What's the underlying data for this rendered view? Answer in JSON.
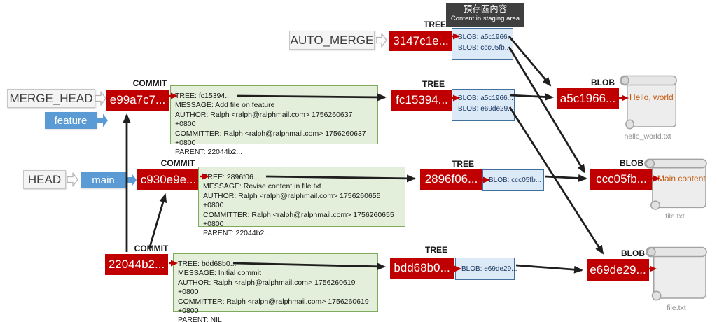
{
  "staging_note": {
    "zh": "預存區內容",
    "en": "Content in staging area"
  },
  "type_labels": {
    "commit": "COMMIT",
    "tree": "TREE",
    "blob": "BLOB"
  },
  "refs": {
    "auto_merge": "AUTO_MERGE",
    "merge_head": "MERGE_HEAD",
    "head": "HEAD",
    "feature": "feature",
    "main": "main"
  },
  "trees": {
    "staged": {
      "hash": "3147c1e...",
      "entries": [
        "BLOB: a5c1966...",
        "BLOB: ccc05fb..."
      ]
    },
    "feature": {
      "hash": "fc15394...",
      "entries": [
        "BLOB: a5c1966...",
        "BLOB: e69de29..."
      ]
    },
    "main": {
      "hash": "2896f06...",
      "entries": [
        "BLOB: ccc05fb..."
      ]
    },
    "initial": {
      "hash": "bdd68b0...",
      "entries": [
        "BLOB: e69de29..."
      ]
    }
  },
  "commits": {
    "feature": {
      "hash": "e99a7c7...",
      "lines": [
        "TREE: fc15394...",
        "MESSAGE: Add file on feature",
        "AUTHOR: Ralph <ralph@ralphmail.com> 1756260637 +0800",
        "COMMITTER: Ralph <ralph@ralphmail.com> 1756260637 +0800",
        "PARENT: 22044b2..."
      ]
    },
    "main": {
      "hash": "c930e9e...",
      "lines": [
        "TREE: 2896f06...",
        "MESSAGE: Revise content in file.txt",
        "AUTHOR: Ralph <ralph@ralphmail.com> 1756260655 +0800",
        "COMMITTER: Ralph <ralph@ralphmail.com> 1756260655 +0800",
        "PARENT: 22044b2..."
      ]
    },
    "initial": {
      "hash": "22044b2...",
      "lines": [
        "TREE: bdd68b0...",
        "MESSAGE: Initial commit",
        "AUTHOR: Ralph <ralph@ralphmail.com> 1756260619 +0800",
        "COMMITTER: Ralph <ralph@ralphmail.com> 1756260619 +0800",
        "PARENT: NIL"
      ]
    }
  },
  "blobs": {
    "hello": {
      "hash": "a5c1966...",
      "content": "Hello, world",
      "filename": "hello_world.txt"
    },
    "main_content": {
      "hash": "ccc05fb...",
      "content": "Main content",
      "filename": "file.txt"
    },
    "empty": {
      "hash": "e69de29...",
      "content": "",
      "filename": "file.txt"
    }
  },
  "colors": {
    "commit_box": "#c00000",
    "branch_box": "#5b9bd5",
    "commit_detail_bg": "#e3efda",
    "tree_entry_bg": "#dce9f7",
    "note_bg": "#3f3f3f",
    "arrow": "#1f1f1f",
    "file_text": "#c55a11"
  }
}
